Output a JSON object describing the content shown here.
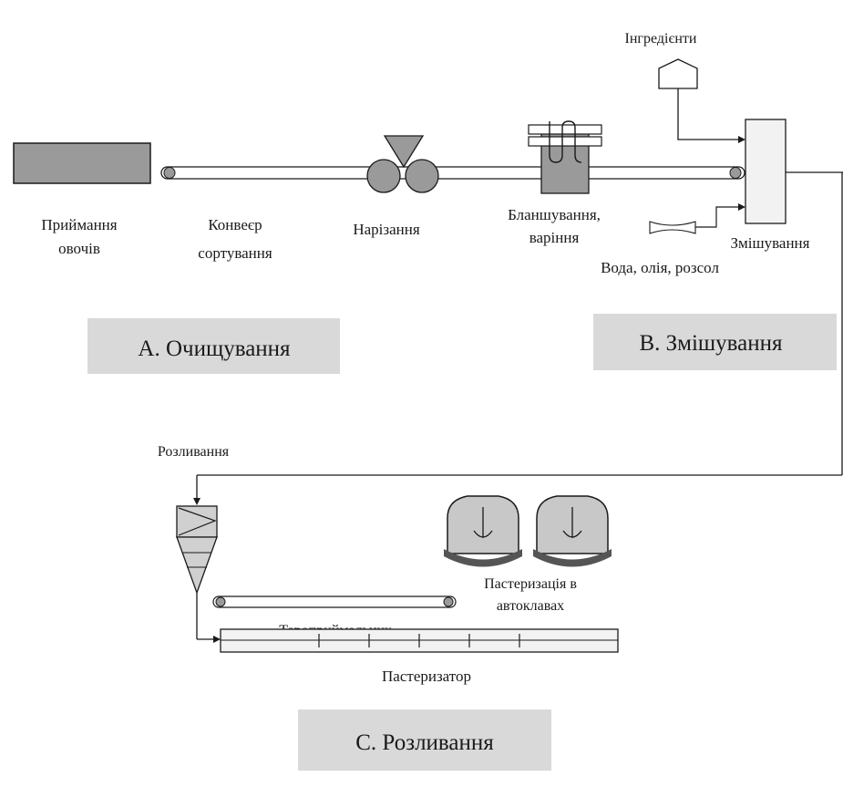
{
  "labels": {
    "reception_line1": "Приймання",
    "reception_line2": "овочів",
    "conveyor_line1": "Конвеєр",
    "conveyor_line2": "сортування",
    "cutting": "Нарізання",
    "blanching_line1": "Бланшування,",
    "blanching_line2": "варіння",
    "ingredients": "Інгредієнти",
    "mixing": "Змішування",
    "water_oil_brine": "Вода, олія, розсол",
    "filling": "Розливання",
    "container_receiver": "Тароприймальник",
    "autoclave_line1": "Пастеризація в",
    "autoclave_line2": "автоклавах",
    "pasteurizer": "Пастеризатор"
  },
  "stages": {
    "a": "А. Очищування",
    "b": "В. Змішування",
    "c": "С. Розливання"
  },
  "colors": {
    "line": "#1a1a1a",
    "equipment_fill": "#9a9a9a",
    "stage_box": "#d9d9d9",
    "light_fill": "#f2f2f2",
    "autoclave_fill": "#c8c8c8",
    "autoclave_base": "#555555"
  }
}
